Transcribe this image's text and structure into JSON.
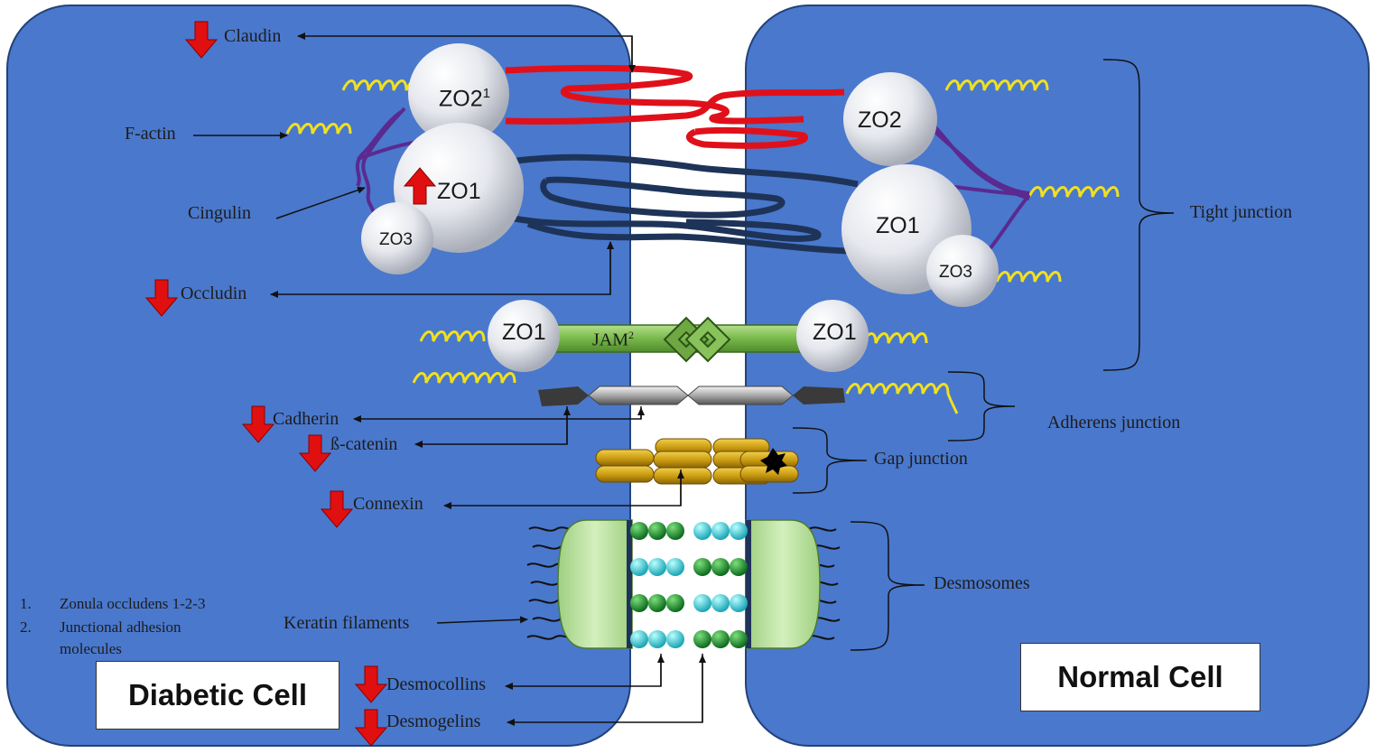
{
  "proteins": {
    "claudin": "Claudin",
    "f_actin": "F-actin",
    "cingulin": "Cingulin",
    "occludin": "Occludin",
    "cadherin": "Cadherin",
    "beta_catenin": "ß-catenin",
    "connexin": "Connexin",
    "keratin": "Keratin filaments",
    "desmocollins": "Desmocollins",
    "desmogelins": "Desmogelins"
  },
  "balls": {
    "zo2_left": "ZO2",
    "zo2_left_sup": "1",
    "zo1_left": "ZO1",
    "zo3_left": "ZO3",
    "zo2_right": "ZO2",
    "zo1_right": "ZO1",
    "zo3_right": "ZO3",
    "zo1_jam_left": "ZO1",
    "zo1_jam_right": "ZO1",
    "jam": "JAM",
    "jam_sup": "2"
  },
  "junctions": {
    "tight": "Tight junction",
    "adherens": "Adherens junction",
    "gap": "Gap junction",
    "desmosomes": "Desmosomes"
  },
  "footnotes": [
    {
      "num": "1.",
      "text": "Zonula occludens 1-2-3"
    },
    {
      "num": "2.",
      "text": "Junctional adhesion",
      "text2": "molecules"
    }
  ],
  "cells": {
    "diabetic": "Diabetic Cell",
    "normal": "Normal Cell"
  },
  "colors": {
    "cell": "#4a78cc",
    "down_arrow": "#e01010",
    "up_arrow": "#e01010",
    "claudin": "#e0101a",
    "occludin": "#1e3358",
    "actin": "#f0e020",
    "cingulin": "#5a2a90",
    "jam": "#7cbf4e",
    "gap": "#c99a10",
    "desmosome_plaque": "#b9e0a0"
  }
}
